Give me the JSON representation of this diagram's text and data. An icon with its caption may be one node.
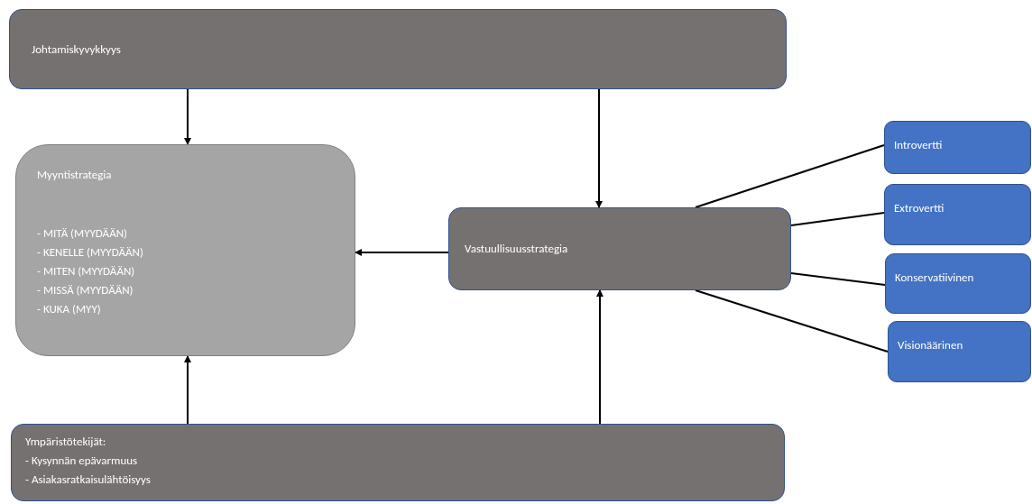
{
  "diagram": {
    "nodes": [
      {
        "text": [
          "Johtamiskyvykkyys"
        ]
      },
      {
        "text": [
          "Myyntistrategia",
          "- MITÄ (MYYDÄÄN)",
          "- KENELLE (MYYDÄÄN)",
          "- MITEN (MYYDÄÄN)",
          "- MISSÄ (MYYDÄÄN)",
          "- KUKA (MYY)"
        ]
      },
      {
        "text": [
          "Vastuullisuusstrategia"
        ]
      },
      {
        "text": [
          "Introvertti"
        ]
      },
      {
        "text": [
          "Extrovertti"
        ]
      },
      {
        "text": [
          "Konservatiivinen"
        ]
      },
      {
        "text": [
          "Visionäärinen"
        ]
      },
      {
        "text": [
          "Ympäristötekijät:",
          "- Kysynnän epävarmuus",
          "- Asiakasratkaisulähtöisyys"
        ]
      }
    ],
    "edges": [
      {
        "from": 0,
        "to": 1,
        "arrow": "to"
      },
      {
        "from": 0,
        "to": 2,
        "arrow": "to"
      },
      {
        "from": 2,
        "to": 1,
        "arrow": "to"
      },
      {
        "from": 7,
        "to": 1,
        "arrow": "to"
      },
      {
        "from": 7,
        "to": 2,
        "arrow": "to"
      },
      {
        "from": 2,
        "to": 3,
        "arrow": "none"
      },
      {
        "from": 2,
        "to": 4,
        "arrow": "none"
      },
      {
        "from": 2,
        "to": 5,
        "arrow": "none"
      },
      {
        "from": 2,
        "to": 6,
        "arrow": "none"
      }
    ]
  }
}
